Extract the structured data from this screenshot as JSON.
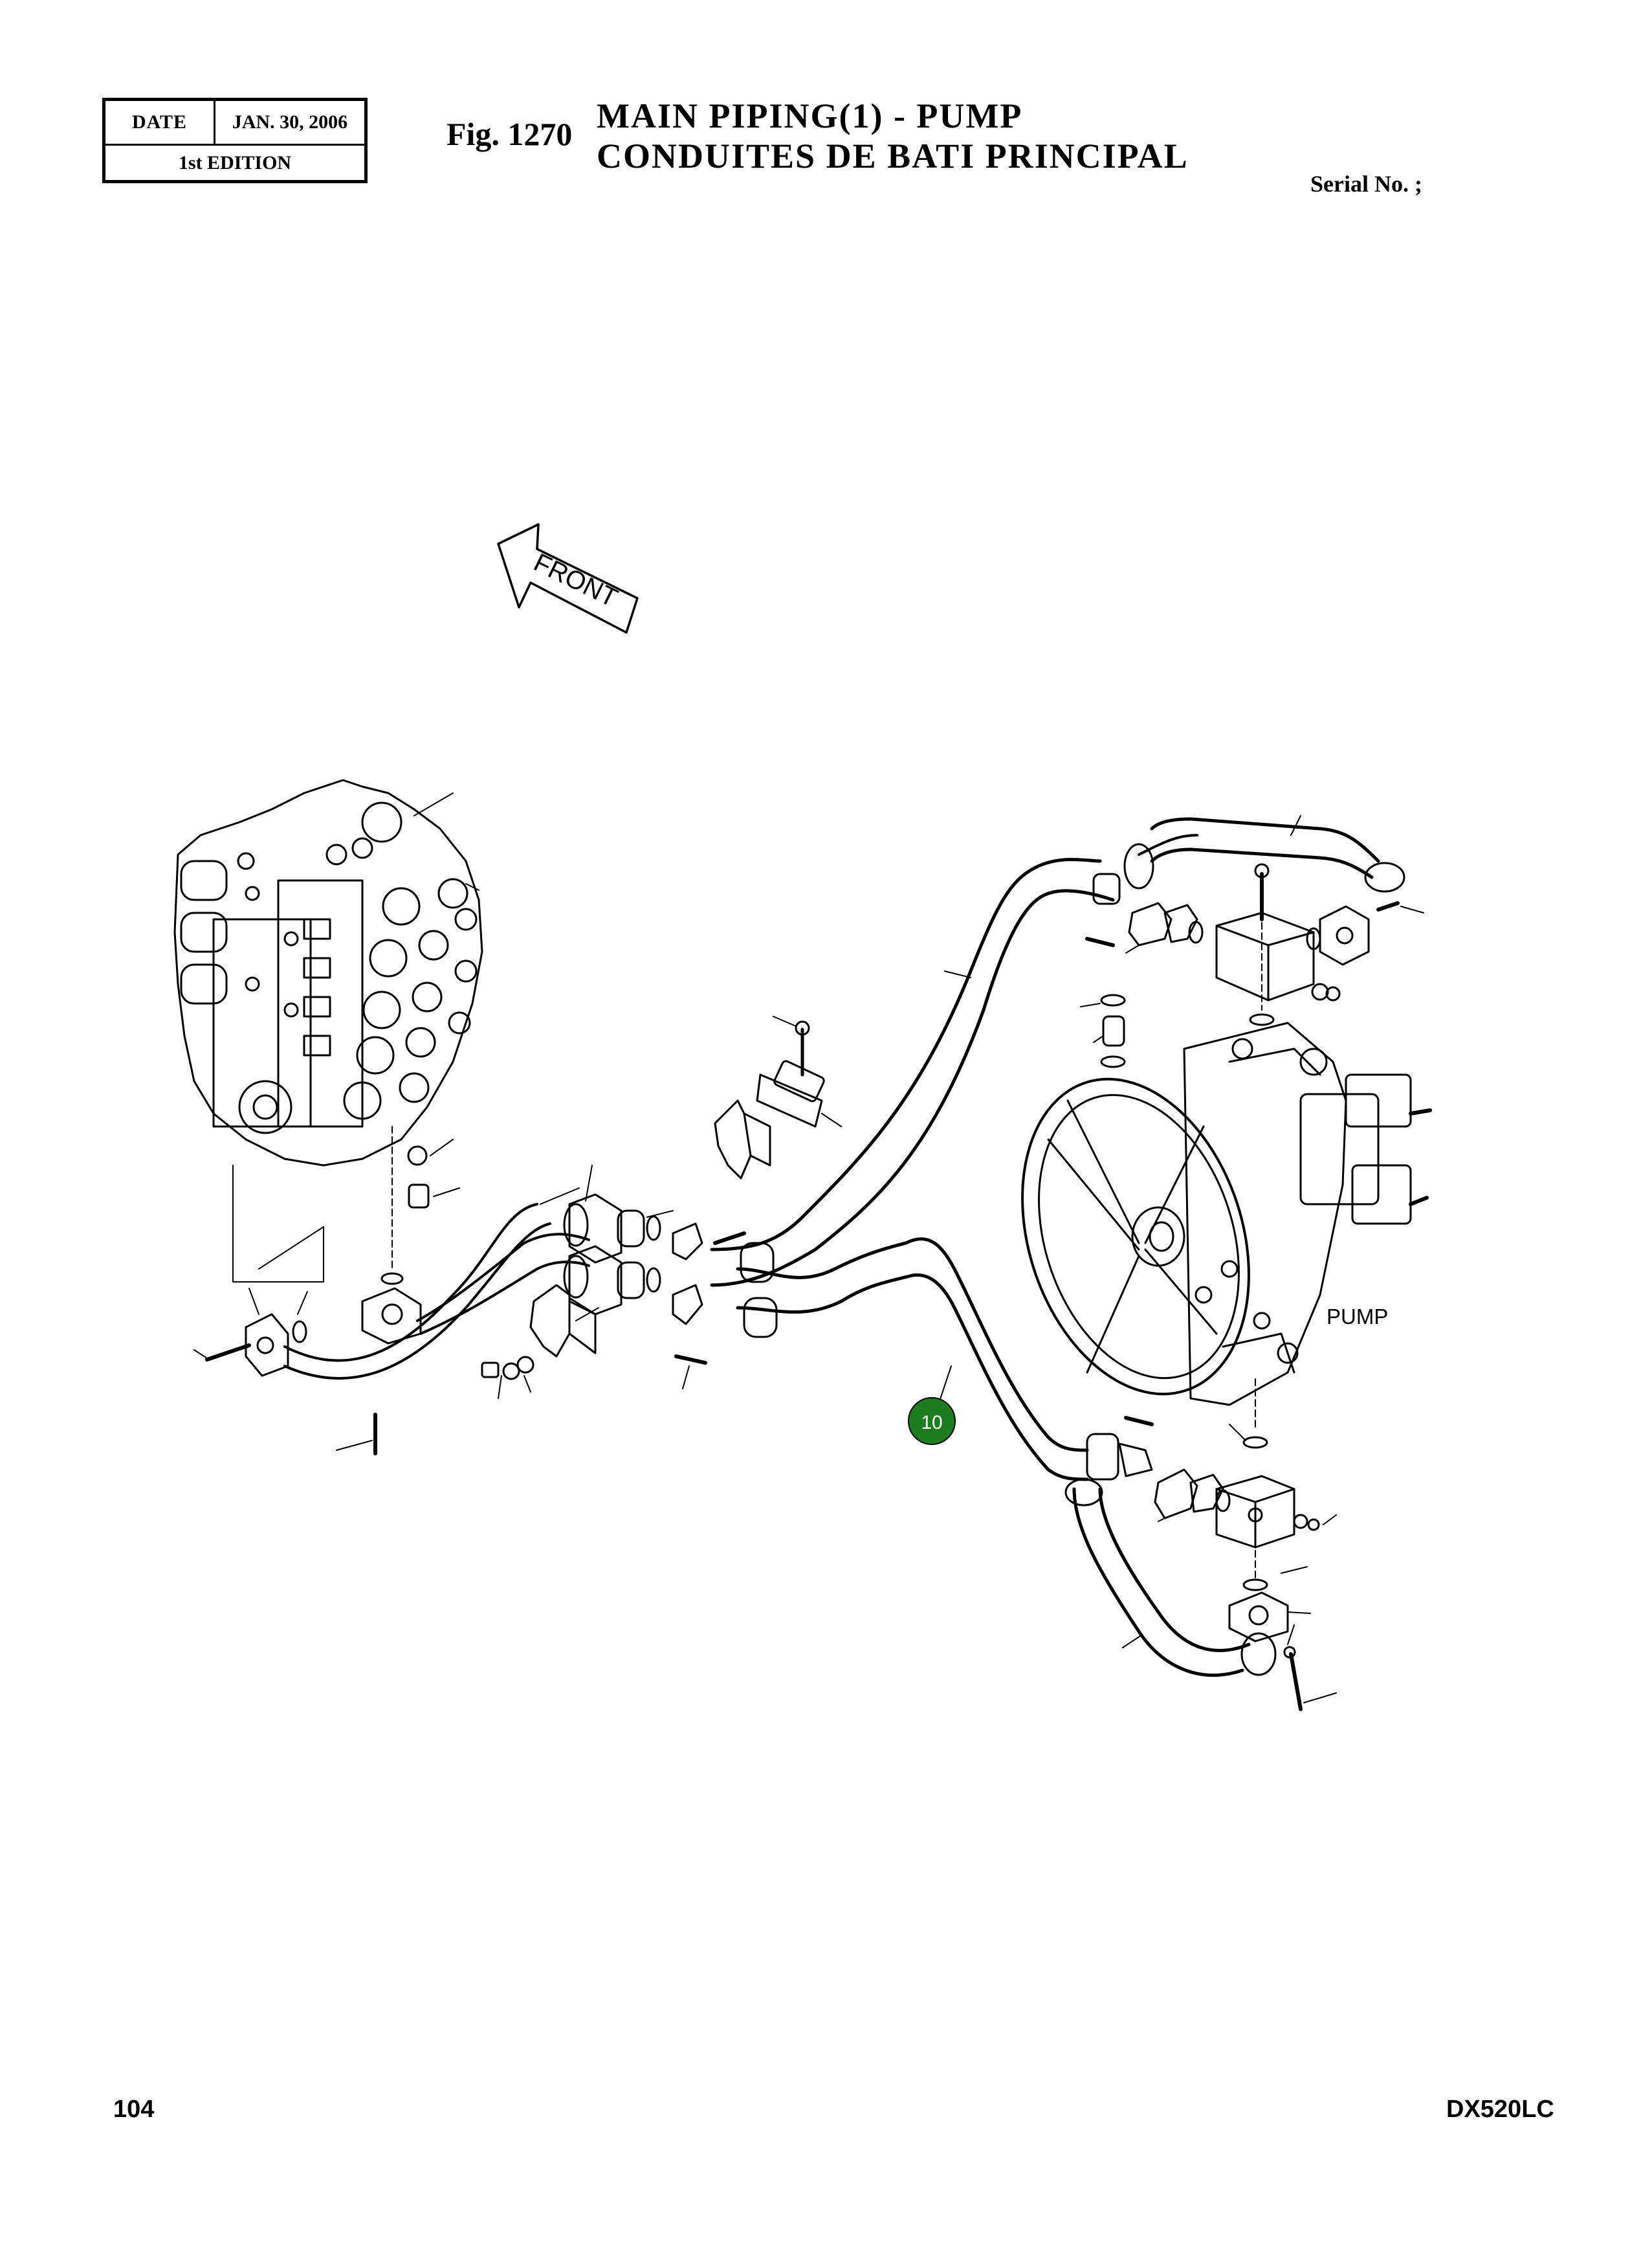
{
  "header": {
    "date_label": "DATE",
    "date_value": "JAN. 30, 2006",
    "edition": "1st EDITION",
    "fig_number": "Fig. 1270",
    "title_en": "MAIN  PIPING(1)  -  PUMP",
    "title_fr": "CONDUITES  DE  BATI  PRINCIPAL",
    "serial": "Serial No. ;"
  },
  "diagram": {
    "front_label": "FRONT",
    "pump_label": "PUMP",
    "callout": "10",
    "callout_color": "#1e7d1e"
  },
  "footer": {
    "page_number": "104",
    "model": "DX520LC"
  }
}
